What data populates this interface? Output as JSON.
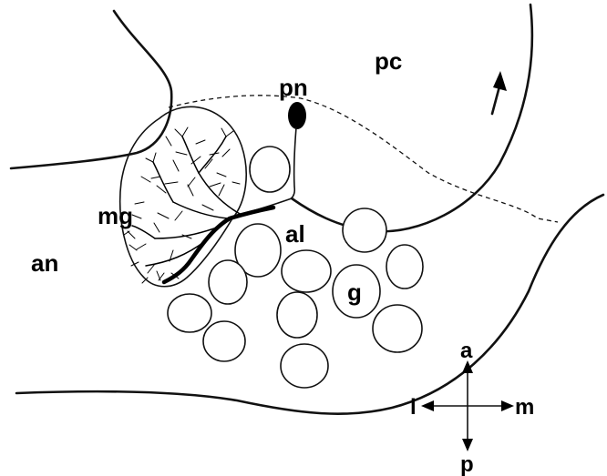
{
  "labels": {
    "pc": "pc",
    "pn": "pn",
    "mg": "mg",
    "an": "an",
    "al": "al",
    "g": "g"
  },
  "compass": {
    "anterior": "a",
    "posterior": "p",
    "lateral": "l",
    "medial": "m"
  }
}
